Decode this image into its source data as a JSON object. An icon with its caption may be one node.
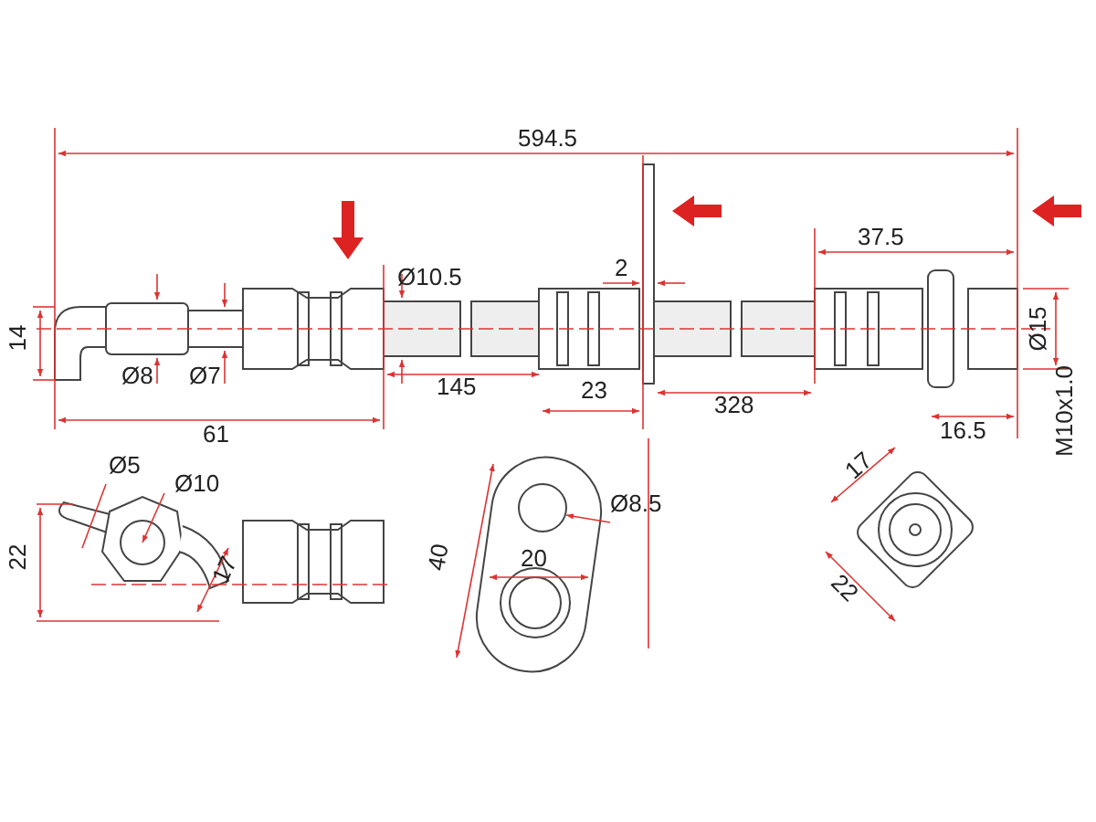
{
  "diagram": {
    "labels": [
      "594.5",
      "37.5",
      "2",
      "Ø10.5",
      "14",
      "Ø15",
      "Ø8",
      "Ø7",
      "145",
      "23",
      "328",
      "61",
      "16.5",
      "M10x1.0",
      "Ø5",
      "Ø10",
      "17",
      "40",
      "Ø8.5",
      "22",
      "17",
      "20",
      "22"
    ]
  }
}
